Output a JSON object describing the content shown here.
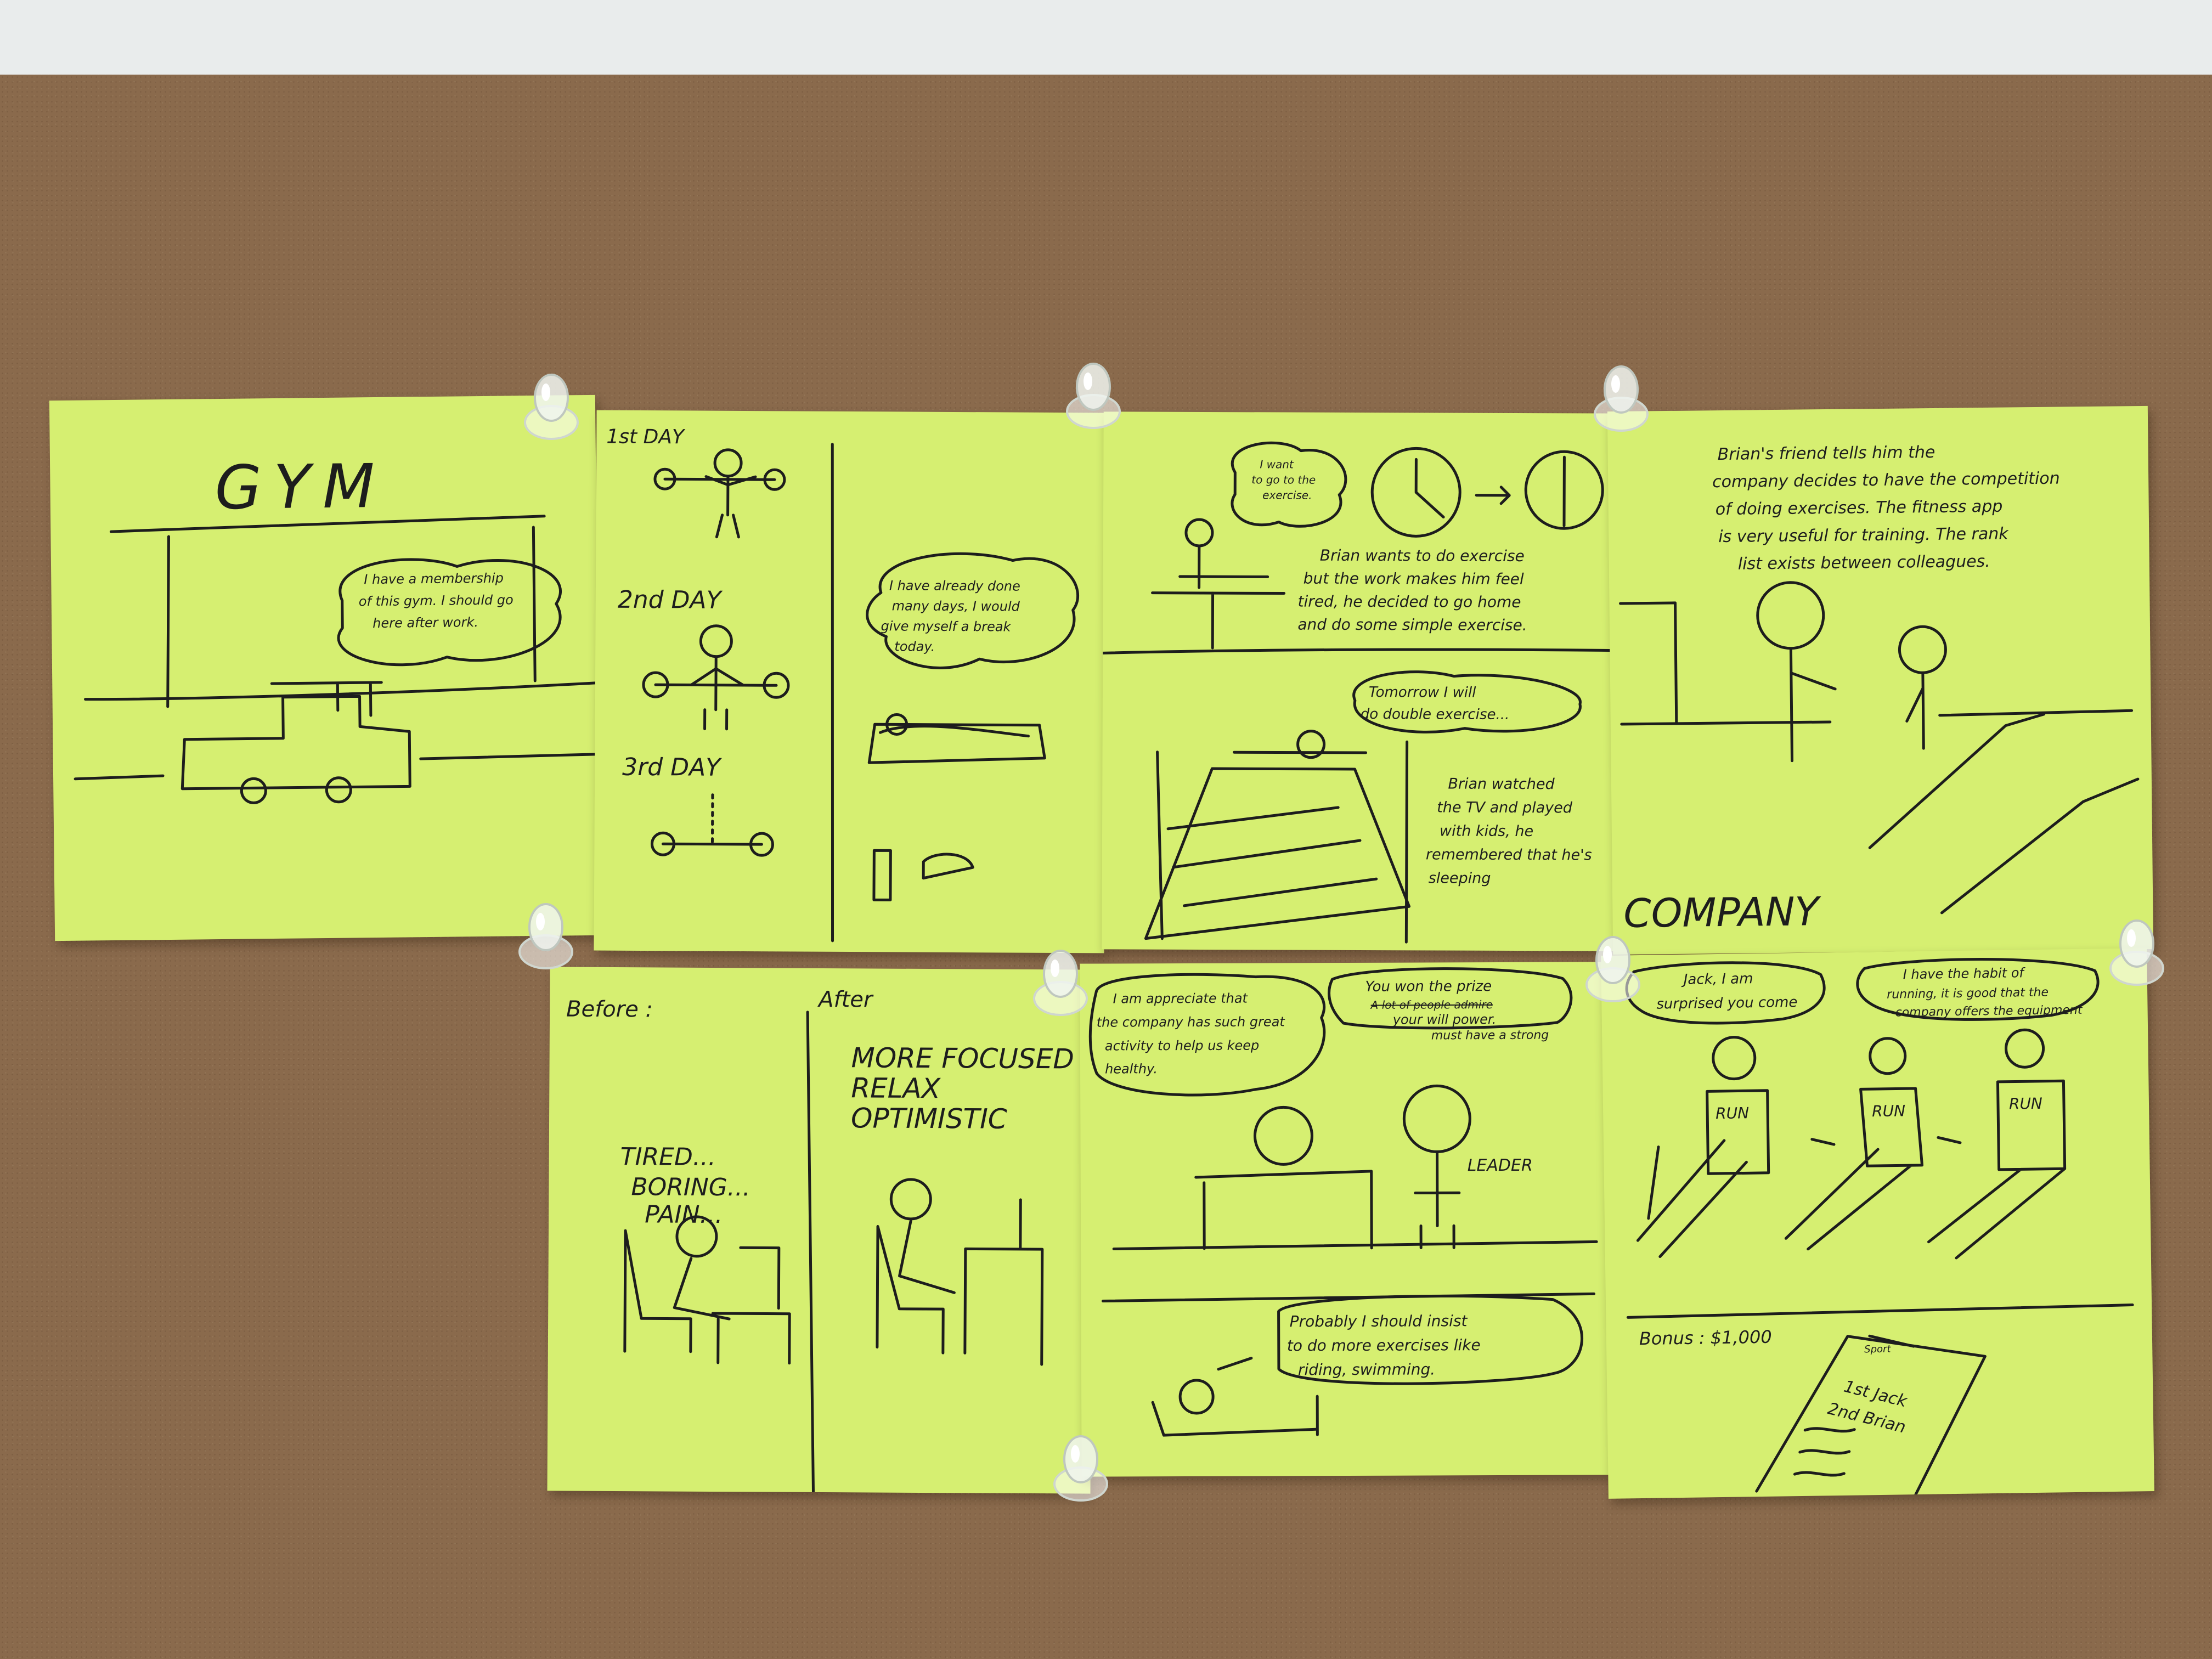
{
  "notes": {
    "gym": {
      "title": "GYM",
      "bubble": [
        "I have a membership",
        "of this gym. I should go",
        "here after work."
      ]
    },
    "days": {
      "day1": "1st DAY",
      "day2": "2nd DAY",
      "day3": "3rd DAY",
      "bubble": [
        "I have already done",
        "many days, I would",
        "give myself a break",
        "today."
      ]
    },
    "work": {
      "thought": [
        "I want",
        "to go to the",
        "exercise."
      ],
      "caption": [
        "Brian wants to do exercise",
        "but the work makes him feel",
        "tired, he decided to go home",
        "and do some simple exercise."
      ],
      "bubble": [
        "Tomorrow I will",
        "do double exercise..."
      ],
      "tv_caption": [
        "Brian watched",
        "the TV and played",
        "with kids, he",
        "remembered that he's",
        "sleeping"
      ]
    },
    "company": {
      "caption": [
        "Brian's friend tells him the",
        "company decides to have the competition",
        "of doing exercises. The fitness app",
        "is very useful for training. The rank",
        "list exists between colleagues."
      ],
      "label": "COMPANY"
    },
    "before_after": {
      "before": "Before :",
      "after": "After",
      "before_list": [
        "TIRED...",
        "BORING...",
        "PAIN..."
      ],
      "after_list": [
        "MORE FOCUSED",
        "RELAX",
        "OPTIMISTIC"
      ]
    },
    "leader": {
      "bubble_left": [
        "I am appreciate that",
        "the company has such great",
        "activity to help us keep",
        "healthy."
      ],
      "bubble_right": [
        "You won the prize",
        "A lot of people admire",
        "your will power.",
        "must have a strong"
      ],
      "label": "LEADER",
      "bottom": [
        "Probably I should insist",
        "to do more exercises like",
        "riding, swimming."
      ]
    },
    "run": {
      "bubble_left": [
        "Jack, I am",
        "surprised you come"
      ],
      "bubble_right": [
        "I have the habit of",
        "running, it is good that the",
        "company offers the equipment"
      ],
      "run_labels": [
        "RUN",
        "RUN",
        "RUN"
      ],
      "bonus": "Bonus : $1,000",
      "phone_header": "Sport",
      "rank": [
        "1st Jack",
        "2nd Brian"
      ]
    }
  }
}
